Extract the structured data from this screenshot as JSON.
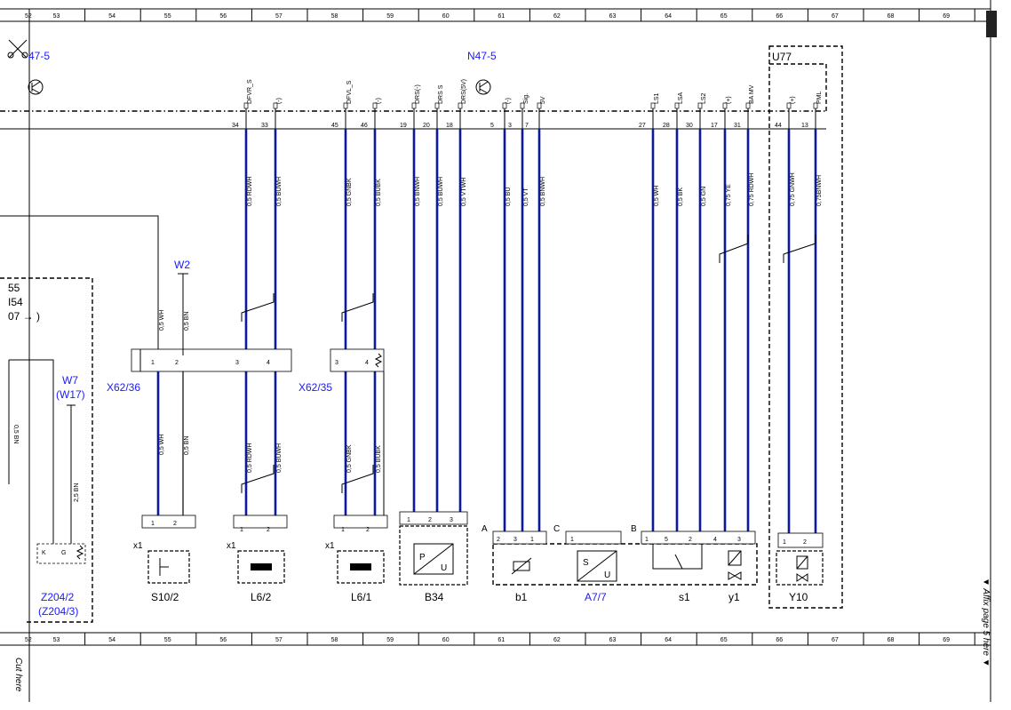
{
  "grid": {
    "columns": [
      "52",
      "53",
      "54",
      "55",
      "56",
      "57",
      "58",
      "59",
      "60",
      "61",
      "62",
      "63",
      "64",
      "65",
      "66",
      "67",
      "68",
      "69"
    ]
  },
  "modules": {
    "n47_left": "47-5",
    "n47": "N47-5",
    "u77": "U77"
  },
  "pins": [
    {
      "label": "DFVR_S",
      "num": "34"
    },
    {
      "label": "(-)",
      "num": "33"
    },
    {
      "label": "DFVL_S",
      "num": "45"
    },
    {
      "label": "(-)",
      "num": "46"
    },
    {
      "label": "DRS(-)",
      "num": "19"
    },
    {
      "label": "DRS S",
      "num": "20"
    },
    {
      "label": "DRS(5V)",
      "num": "18"
    },
    {
      "label": "(-)",
      "num": "5"
    },
    {
      "label": "Sig.",
      "num": "3"
    },
    {
      "label": "5V",
      "num": "7"
    },
    {
      "label": "LS1",
      "num": "27"
    },
    {
      "label": "LSA",
      "num": "28"
    },
    {
      "label": "LS2",
      "num": "30"
    },
    {
      "label": "(+)",
      "num": "17"
    },
    {
      "label": "BA MV",
      "num": "31"
    },
    {
      "label": "(+)",
      "num": "44"
    },
    {
      "label": "PML",
      "num": "13"
    }
  ],
  "wires_upper": [
    "0,5 RDWH",
    "0,5 BUWH",
    "0,5 GNBK",
    "0,5 BUBK",
    "0,5 BNWH",
    "0,5 BUWH",
    "0,5 VTWH",
    "0,5 BU",
    "0,5 VT",
    "0,5 BNWH",
    "0,5 WH",
    "0,5 BK",
    "0,5 GN",
    "0,75 YE",
    "0,75 RDWH",
    "0,75 GNWH",
    "0,75BNWH"
  ],
  "wires_lower": [
    "0,5 RDWH",
    "0,5 BUWH",
    "0,5 GNBK",
    "0,5 BUBK"
  ],
  "wires_misc": {
    "wh": "0,5 WH",
    "bn": "0,5 BN",
    "wh_low": "0,5 WH",
    "bn_low": "0,5 BN",
    "bn25": "2,5 BN",
    "left_bn": "0,5 BN"
  },
  "connectors": {
    "x62_36": "X62/36",
    "x62_35": "X62/35",
    "w2": "W2",
    "w7": "W7",
    "w17": "(W17)",
    "z204_2": "Z204/2",
    "z204_3": "(Z204/3)",
    "pin1": "1",
    "pin2": "2",
    "pin3": "3",
    "pin4": "4",
    "pin5": "5",
    "x1": "x1",
    "k": "K",
    "g": "G"
  },
  "left_refs": {
    "l55": "55",
    "l154": "I54",
    "l07": "07 → )"
  },
  "components": {
    "s10_2": "S10/2",
    "l6_2": "L6/2",
    "l6_1": "L6/1",
    "b34": "B34",
    "b1": "b1",
    "a7_7": "A7/7",
    "s1": "s1",
    "y1": "y1",
    "y10": "Y10",
    "sec_a": "A",
    "sec_b": "B",
    "sec_c": "C",
    "p": "P",
    "u": "U",
    "s": "S"
  },
  "margin_notes": {
    "cut_here": "Cut here",
    "affix": "▼ Affix page 5 here ▼"
  },
  "colors": {
    "wire_blue": "#0a1a9c",
    "label_blue": "#1a1aff"
  }
}
